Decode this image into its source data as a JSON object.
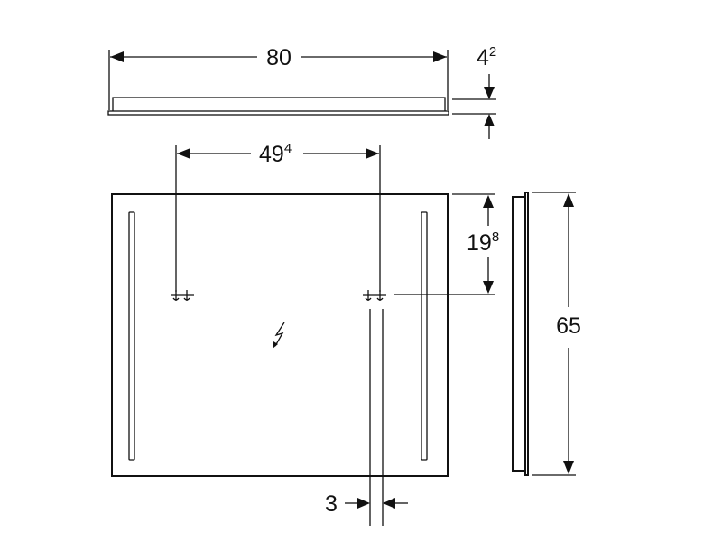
{
  "dimensions": {
    "width": {
      "main": "80",
      "sup": ""
    },
    "depth": {
      "main": "4",
      "sup": "2"
    },
    "hole_spacing": {
      "main": "49",
      "sup": "4"
    },
    "hole_height": {
      "main": "19",
      "sup": "8"
    },
    "height": {
      "main": "65",
      "sup": ""
    },
    "hook_width": {
      "main": "3",
      "sup": ""
    }
  },
  "colors": {
    "line": "#111111",
    "background": "#ffffff"
  }
}
